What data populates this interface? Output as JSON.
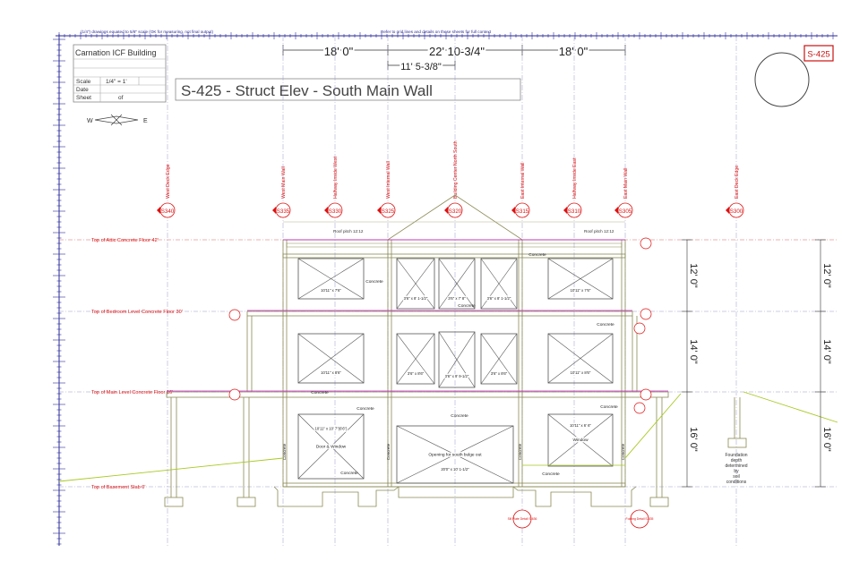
{
  "ruler_notes": {
    "left": "(1/4\") drawings equated to 5/8\" scale (OK for measuring, not final output)",
    "right": "Refer to grid lines and details on these sheets for full context"
  },
  "top_dimensions": {
    "left": "18' 0\"",
    "middle": "22' 10-3/4\"",
    "right": "18' 0\"",
    "center_sub": "11' 5-3/8\""
  },
  "title_block": {
    "project": "Carnation ICF Building",
    "scale_label": "Scale",
    "scale_value": "1/4\" = 1'",
    "date_label": "Date",
    "sheet_label": "Sheet",
    "sheet_of": "of"
  },
  "drawing_title": "S-425 - Struct Elev - South Main Wall",
  "sheet_badge": "S-425",
  "compass": {
    "west": "W",
    "east": "E"
  },
  "gridlines": [
    {
      "label": "West Deck Edge",
      "ref": "S340"
    },
    {
      "label": "West Main Wall",
      "ref": "S335"
    },
    {
      "label": "Halfway Inside West",
      "ref": "S330"
    },
    {
      "label": "West Internal Wall",
      "ref": "S325"
    },
    {
      "label": "Building Center North South",
      "ref": "S320"
    },
    {
      "label": "East Internal Wall",
      "ref": "S315"
    },
    {
      "label": "Halfway Inside East",
      "ref": "S310"
    },
    {
      "label": "East Main Wall",
      "ref": "S305"
    },
    {
      "label": "East Deck Edge",
      "ref": "S300"
    }
  ],
  "levels": [
    {
      "label": "Top of Attic Concrete Floor  42'"
    },
    {
      "label": "Top of Bedroom Level Concrete Floor  30'"
    },
    {
      "label": "Top of Main Level Concrete Floor  16'"
    },
    {
      "label": "Top of Basement Slab  0'"
    }
  ],
  "right_dims": [
    "12' 0\"",
    "14' 0\"",
    "16' 0\""
  ],
  "roof_pitch": "Roof pitch 12:12",
  "concrete": "Concrete",
  "openings": {
    "attic_side": "10'11\" x 7'6\"",
    "attic_left_center": "3'6\" x 8' 1-1/2\"",
    "attic_mid": "3'6\" x 7' 8\"",
    "attic_right_center": "3'6\" x 8' 1-1/2\"",
    "bed_left": "10'11\" x 8'6\"",
    "bed_left_center": "3'6\" x 8'6\"",
    "bed_mid": "3'6\" x 9' 9-1/2\"",
    "bed_right_center": "3'6\" x 8'6\"",
    "bed_right": "10'11\" x 8'6\"",
    "main_left_dim": "10'11\" x 10' 7\"(6'6\")",
    "main_left_name": "Door & Window",
    "main_center_name": "Opening for south bulge out",
    "main_center_dim": "20'0\" x 10' 1-1/2\"",
    "main_right_name": "Window",
    "main_right_dim": "10'11\" x 6' 6\""
  },
  "foundation_note": [
    "Foundation",
    "depth",
    "determined",
    "by",
    "soil",
    "conditions"
  ],
  "detail_refs": [
    "Sill Plate Detail S-636",
    "Footing Detail S-635"
  ],
  "colors": {
    "grid": "#2222aa",
    "red": "#dd1111",
    "magenta": "#cc22cc",
    "olive": "#8a8a55",
    "lime": "#a8c820"
  }
}
